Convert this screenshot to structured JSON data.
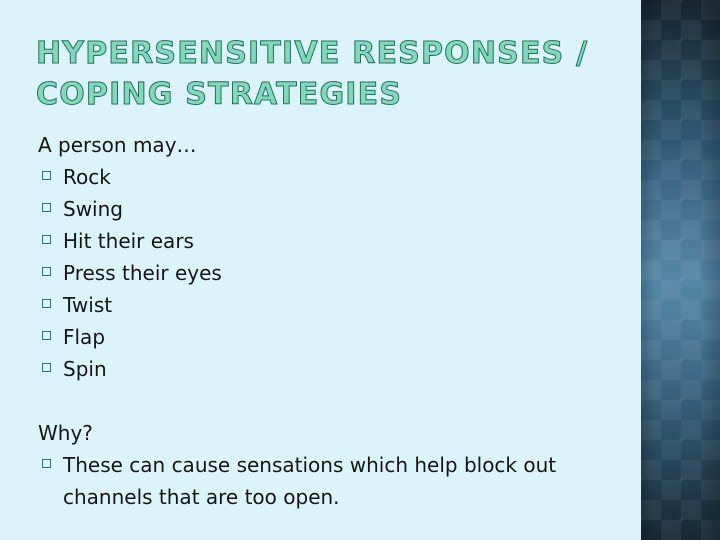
{
  "slide": {
    "background_color": "#dbf3f9",
    "title": {
      "line1": "HYPERSENSITIVE RESPONSES /",
      "line2": "COPING STRATEGIES",
      "fill_color": "#84d8ba",
      "outline_color": "#1d7363"
    },
    "body": {
      "lead": "A person may…",
      "bullet_glyph": "square-outline",
      "bullet_color": "#2f6f78",
      "items": [
        "Rock",
        "Swing",
        "Hit their ears",
        "Press their eyes",
        "Twist",
        "Flap",
        "Spin"
      ],
      "why_heading": "Why?",
      "why_items": [
        "These can cause sensations which help block out channels that are too open."
      ]
    }
  },
  "side_panel": {
    "name": "decorative-diamond-panel",
    "gradient_top_color": "#16242f",
    "gradient_mid_color": "#5386a6",
    "gradient_bottom_color": "#172834",
    "pattern": "argyle-diamond"
  }
}
